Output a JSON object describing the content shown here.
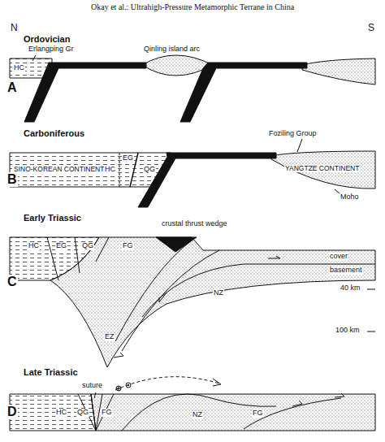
{
  "diagram": {
    "title": "Okay et al.: Ultrahigh-Pressure Metamorphic Terrane in China",
    "labels": [
      "N",
      "S",
      "Ordovician",
      "Erlangping Gr",
      "HC",
      "Qinling island arc",
      "A",
      "Carboniferous",
      "Foziling Group",
      "SINO-KOREAN CONTINENT",
      "HC",
      "EG",
      "QG",
      "YANGTZE CONTINENT",
      "Moho",
      "B",
      "Early Triassic",
      "crustal thrust wedge",
      "C",
      "HC",
      "EG",
      "QG",
      "FG",
      "cover",
      "basement",
      "NZ",
      "EZ",
      "40 km",
      "100 km",
      "Late Triassic",
      "D",
      "suture",
      "HC",
      "QG",
      "FG",
      "NZ",
      "FG"
    ]
  }
}
